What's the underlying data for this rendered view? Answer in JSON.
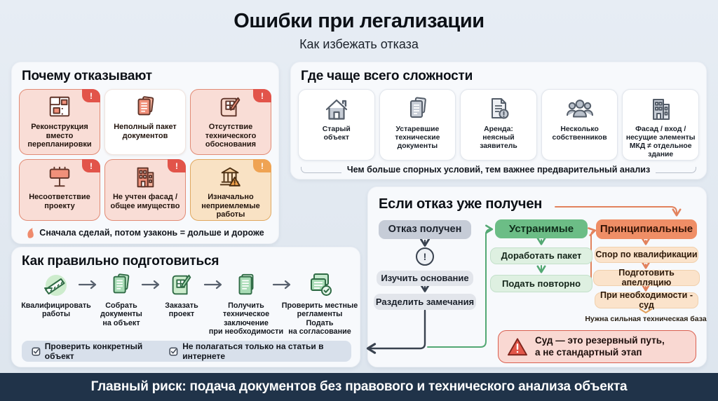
{
  "page": {
    "title": "Ошибки при легализации",
    "subtitle": "Как избежать отказа",
    "footer": "Главный риск: подача документов без правового и технического анализа объекта"
  },
  "reasons": {
    "title": "Почему отказывают",
    "note": "Сначала сделай, потом узаконь = дольше и дороже",
    "cards": [
      {
        "label": "Реконструкция\nвместо\nперепланировки",
        "icon": "floor-plan",
        "style": "pink",
        "badge": "!"
      },
      {
        "label": "Неполный пакет\nдокументов",
        "icon": "documents",
        "style": "white",
        "badge": ""
      },
      {
        "label": "Отсутствие\nтехнического\nобоснования",
        "icon": "blueprint-pencil",
        "style": "pink",
        "badge": "!"
      },
      {
        "label": "Несоответствие\nпроекту",
        "icon": "billboard",
        "style": "pink",
        "badge": "!"
      },
      {
        "label": "Не учтен фасад /\nобщее имущество",
        "icon": "building",
        "style": "pink",
        "badge": "!"
      },
      {
        "label": "Изначально\nнеприемлемые\nработы",
        "icon": "bank-warning",
        "style": "orange",
        "badge": "!"
      }
    ]
  },
  "difficulties": {
    "title": "Где чаще всего сложности",
    "note": "Чем больше спорных условий, тем важнее предварительный анализ",
    "cards": [
      {
        "label": "Старый\nобъект",
        "icon": "house"
      },
      {
        "label": "Устаревшие\nтехнические\nдокументы",
        "icon": "old-documents"
      },
      {
        "label": "Аренда:\nнеясный\nзаявитель",
        "icon": "doc-alert"
      },
      {
        "label": "Несколько\nсобственников",
        "icon": "people"
      },
      {
        "label": "Фасад / вход /\nнесущие элементы\nМКД ≠ отдельное\nздание",
        "icon": "facade-building"
      }
    ]
  },
  "prepare": {
    "title": "Как правильно подготовиться",
    "steps": [
      {
        "label": "Квалифицировать\nработы",
        "icon": "qualify-works"
      },
      {
        "label": "Собрать\nдокументы\nна объект",
        "icon": "collect-docs"
      },
      {
        "label": "Заказать\nпроект",
        "icon": "order-project"
      },
      {
        "label": "Получить\nтехническое\nзаключение\nпри необходимости",
        "icon": "tech-conclusion"
      },
      {
        "label": "Проверить местные\nрегламенты\nПодать\nна согласование",
        "icon": "check-submit"
      }
    ],
    "checks": [
      "Проверить конкретный объект",
      "Не полагаться только на статьи в интернете"
    ]
  },
  "refusal": {
    "title": "Если отказ уже получен",
    "start": "Отказ получен",
    "excl": "!",
    "analyze_steps": [
      "Изучить основание",
      "Разделить замечания"
    ],
    "fixable": {
      "title": "Устранимые",
      "steps": [
        "Доработать пакет",
        "Подать повторно"
      ]
    },
    "fundamental": {
      "title": "Принципиальные",
      "steps": [
        "Спор по квалификации",
        "Подготовить апелляцию",
        "При необходимости - суд"
      ],
      "note": "Нужна сильная техническая база"
    },
    "warning": "Суд — это резервный путь,\nа не стандартный этап"
  },
  "colors": {
    "page_bg": "#e7edf4",
    "panel_bg": "#f7f9fc",
    "banner_bg": "#203349",
    "pink_card": "#f9ddd6",
    "pink_border": "#e18b75",
    "red_badge": "#e2544a",
    "orange_card": "#f9e2c4",
    "orange_border": "#e0a860",
    "orange_badge": "#efa353",
    "green": "#6cbd86",
    "green_light": "#def0e1",
    "orange_pill": "#ef8e66",
    "orange_light": "#fbe3cb",
    "gray_pill": "#c6ccd7",
    "gray_light": "#e2e5eb",
    "strip_bg": "#d8e0eb",
    "warning_bg": "#f9d8d2",
    "warning_border": "#da5f4f"
  }
}
